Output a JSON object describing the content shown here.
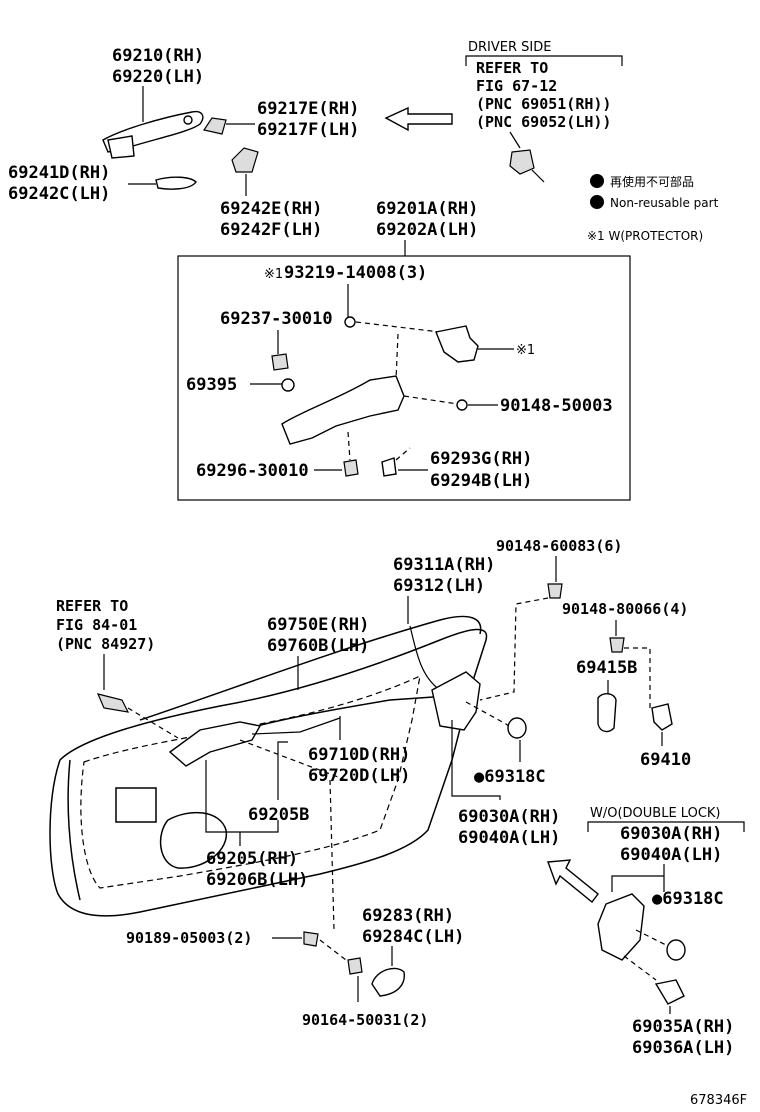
{
  "legend": {
    "non_reusable_jp": "再使用不可部品",
    "non_reusable_en": "Non-reusable part",
    "protector_note": "※1 W(PROTECTOR)"
  },
  "refs": {
    "driver_side": {
      "header": "DRIVER SIDE",
      "lines": [
        "REFER TO",
        "FIG 67-12",
        "(PNC 69051(RH))",
        "(PNC 69052(LH))"
      ]
    },
    "fig84": {
      "lines": [
        "REFER TO",
        "FIG 84-01",
        "(PNC 84927)"
      ]
    }
  },
  "labels": {
    "p69210": [
      "69210(RH)",
      "69220(LH)"
    ],
    "p69217": [
      "69217E(RH)",
      "69217F(LH)"
    ],
    "p69241": [
      "69241D(RH)",
      "69242C(LH)"
    ],
    "p69242": [
      "69242E(RH)",
      "69242F(LH)"
    ],
    "p69201": [
      "69201A(RH)",
      "69202A(LH)"
    ],
    "p93219": "93219-14008(3)",
    "p93219_mark": "※1",
    "p69237": "69237-30010",
    "p_protector_mark": "※1",
    "p69395": "69395",
    "p90148_50003": "90148-50003",
    "p69293": [
      "69293G(RH)",
      "69294B(LH)"
    ],
    "p69296": "69296-30010",
    "p90148_60083": "90148-60083(6)",
    "p69311": [
      "69311A(RH)",
      "69312(LH)"
    ],
    "p69750": [
      "69750E(RH)",
      "69760B(LH)"
    ],
    "p90148_80066": "90148-80066(4)",
    "p69415": "69415B",
    "p69710": [
      "69710D(RH)",
      "69720D(LH)"
    ],
    "p69410": "69410",
    "p69318_upper": "●69318C",
    "p69205b": "69205B",
    "p69030_upper": [
      "69030A(RH)",
      "69040A(LH)"
    ],
    "p69205": [
      "69205(RH)",
      "69206B(LH)"
    ],
    "wo_header": "W/O(DOUBLE LOCK)",
    "p69030_lower": [
      "69030A(RH)",
      "69040A(LH)"
    ],
    "p69318_lower": "●69318C",
    "p90189": "90189-05003(2)",
    "p69283": [
      "69283(RH)",
      "69284C(LH)"
    ],
    "p90164": "90164-50031(2)",
    "p69035": [
      "69035A(RH)",
      "69036A(LH)"
    ]
  },
  "figure_code": "678346F"
}
